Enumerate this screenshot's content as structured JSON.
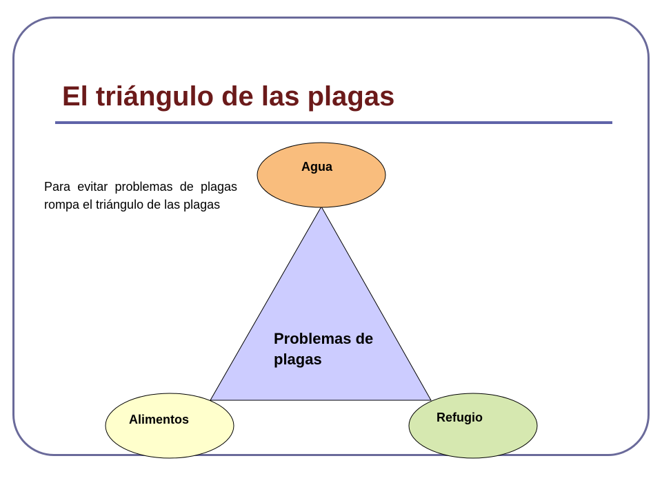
{
  "title": "El triángulo de las plagas",
  "note": "Para evitar problemas de plagas rompa el triángulo de las plagas",
  "diagram": {
    "center_label": "Problemas de plagas",
    "nodes": {
      "top": "Agua",
      "bottom_left": "Alimentos",
      "bottom_right": "Refugio"
    }
  },
  "colors": {
    "frame": "#6a6a9a",
    "title": "#6b1a1a",
    "title_rule": "#5f63a8",
    "triangle_fill": "#ccccff",
    "agua_fill": "#f9bd7d",
    "alimentos_fill": "#ffffcc",
    "refugio_fill": "#d6e8b0"
  }
}
